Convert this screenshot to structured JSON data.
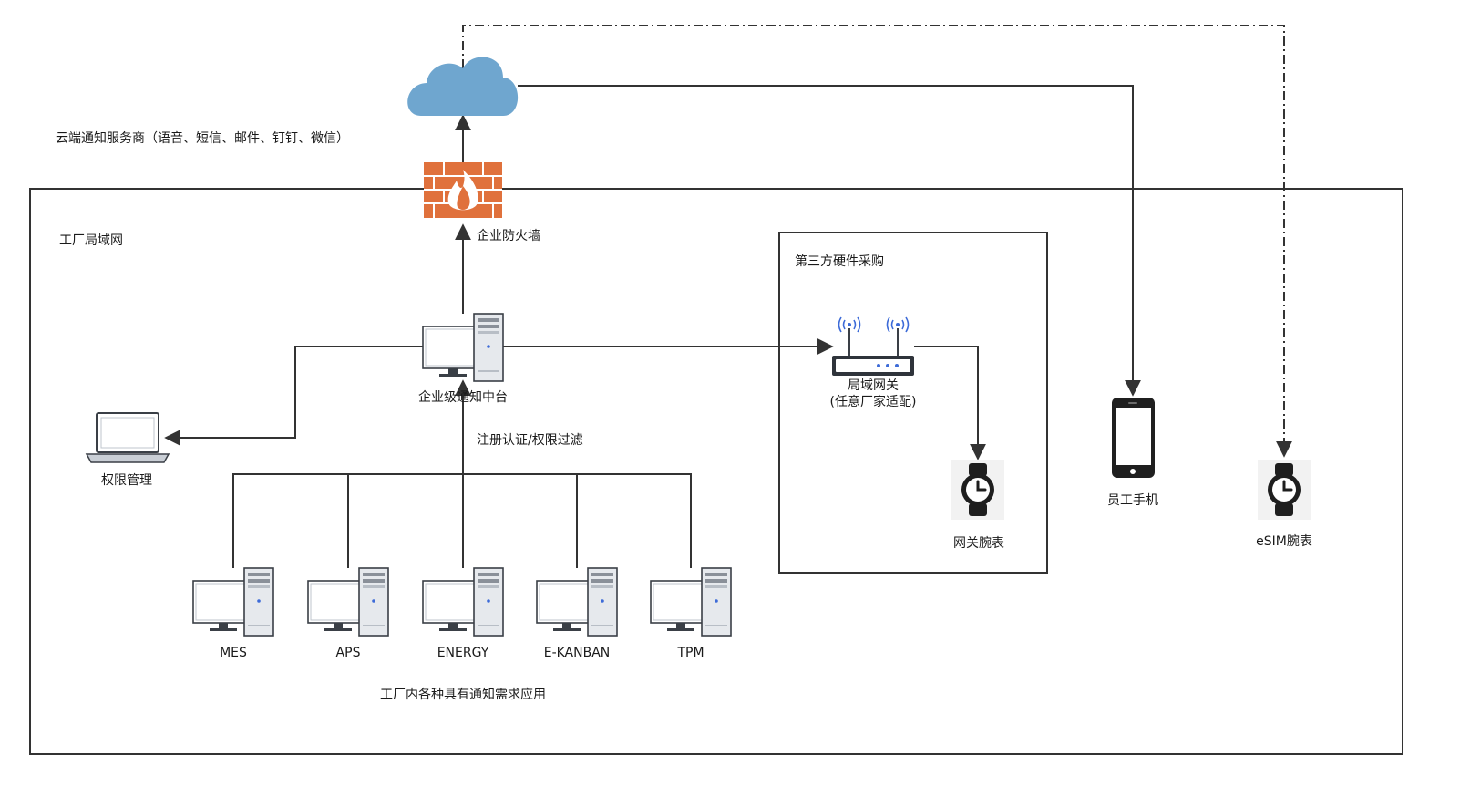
{
  "cloud": {
    "label": "云端通知服务商（语音、短信、邮件、钉钉、微信）"
  },
  "firewall": {
    "label": "企业防火墙"
  },
  "factory": {
    "label": "工厂局域网"
  },
  "hub": {
    "label": "企业级通知中台"
  },
  "auth": {
    "label": "注册认证/权限过滤"
  },
  "admin": {
    "label": "权限管理"
  },
  "third_party": {
    "label": "第三方硬件采购",
    "gateway": {
      "label_line1": "局域网关",
      "label_line2": "(任意厂家适配)"
    },
    "watch": {
      "label": "网关腕表"
    }
  },
  "phone": {
    "label": "员工手机"
  },
  "esim_watch": {
    "label": "eSIM腕表"
  },
  "apps": {
    "caption": "工厂内各种具有通知需求应用",
    "items": [
      {
        "label": "MES"
      },
      {
        "label": "APS"
      },
      {
        "label": "ENERGY"
      },
      {
        "label": "E-KANBAN"
      },
      {
        "label": "TPM"
      }
    ]
  },
  "colors": {
    "cloud": "#6fa6cf",
    "firewall": "#e0713c",
    "line": "#333333",
    "icon_gray": "#d9dde3",
    "icon_dark": "#3a3f46",
    "router_accent": "#3d6bd8"
  }
}
